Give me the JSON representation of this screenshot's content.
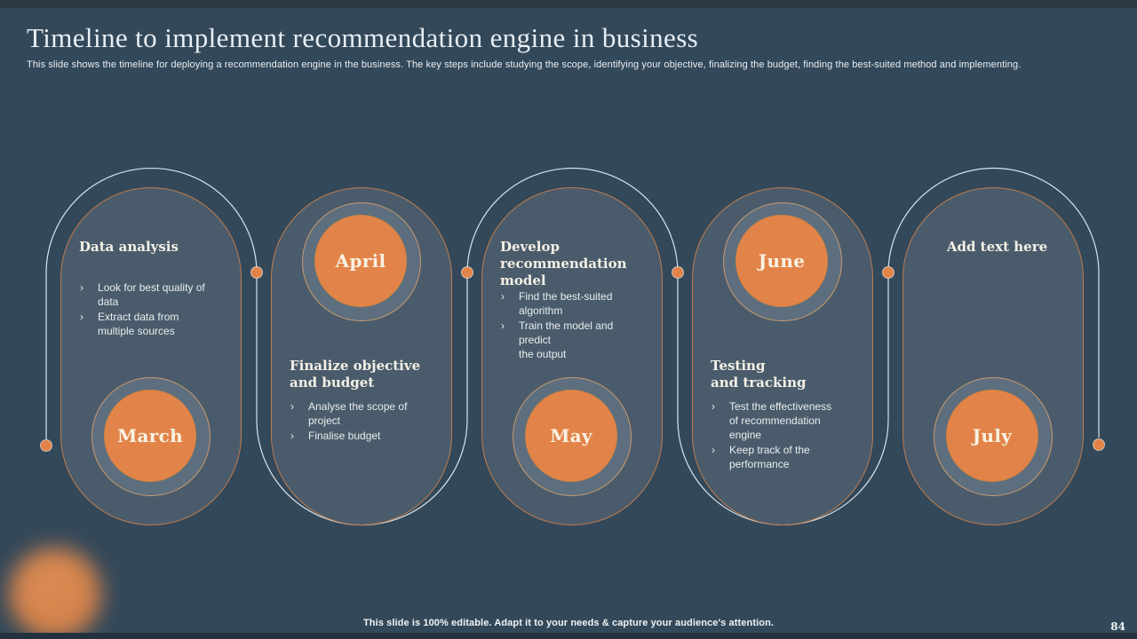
{
  "slide": {
    "title": "Timeline to implement recommendation engine in business",
    "subtitle": "This slide shows the timeline for deploying a recommendation engine in the business. The key steps include studying the scope, identifying your objective, finalizing the budget, finding the best-suited method and implementing.",
    "footer": "This slide is 100% editable. Adapt it to your needs & capture your audience's attention.",
    "page_number": "84"
  },
  "colors": {
    "background": "#334859",
    "top_bar": "#293843",
    "bottom_bar": "#243240",
    "capsule_fill": "#4a5c6b",
    "capsule_border": "#be7c4f",
    "ring_fill": "#5d6f7e",
    "ring_border": "#c9996c",
    "accent_orange": "#e28449",
    "badge_border": "#d2813f",
    "line_color": "#d9e4ec",
    "month_text": "#f8f2e3",
    "heading_text": "#f5f0e6",
    "body_text": "#e9edef",
    "title_text": "#e7eef3",
    "subtitle_text": "#e9eff3",
    "footer_text": "#eff4f6"
  },
  "timeline": {
    "bullet_marker": "›",
    "milestones": [
      {
        "month": "March",
        "heading": "Data analysis",
        "heading_align": "left",
        "circle_position": "bottom",
        "bullets": [
          "Look for best quality of\ndata",
          "Extract data from\nmultiple sources"
        ]
      },
      {
        "month": "April",
        "heading": "Finalize objective\nand budget",
        "heading_align": "left",
        "circle_position": "top",
        "bullets": [
          "Analyse the scope of\nproject",
          "Finalise budget"
        ]
      },
      {
        "month": "May",
        "heading": "Develop\nrecommendation model",
        "heading_align": "left",
        "circle_position": "bottom",
        "bullets": [
          "Find the best-suited\nalgorithm",
          "Train the model and\npredict\nthe output"
        ]
      },
      {
        "month": "June",
        "heading": "Testing\nand tracking",
        "heading_align": "left",
        "circle_position": "top",
        "bullets": [
          "Test the effectiveness\nof recommendation\nengine",
          "Keep track of the\nperformance"
        ]
      },
      {
        "month": "July",
        "heading": "Add text here",
        "heading_align": "center",
        "circle_position": "bottom",
        "bullets": []
      }
    ]
  }
}
